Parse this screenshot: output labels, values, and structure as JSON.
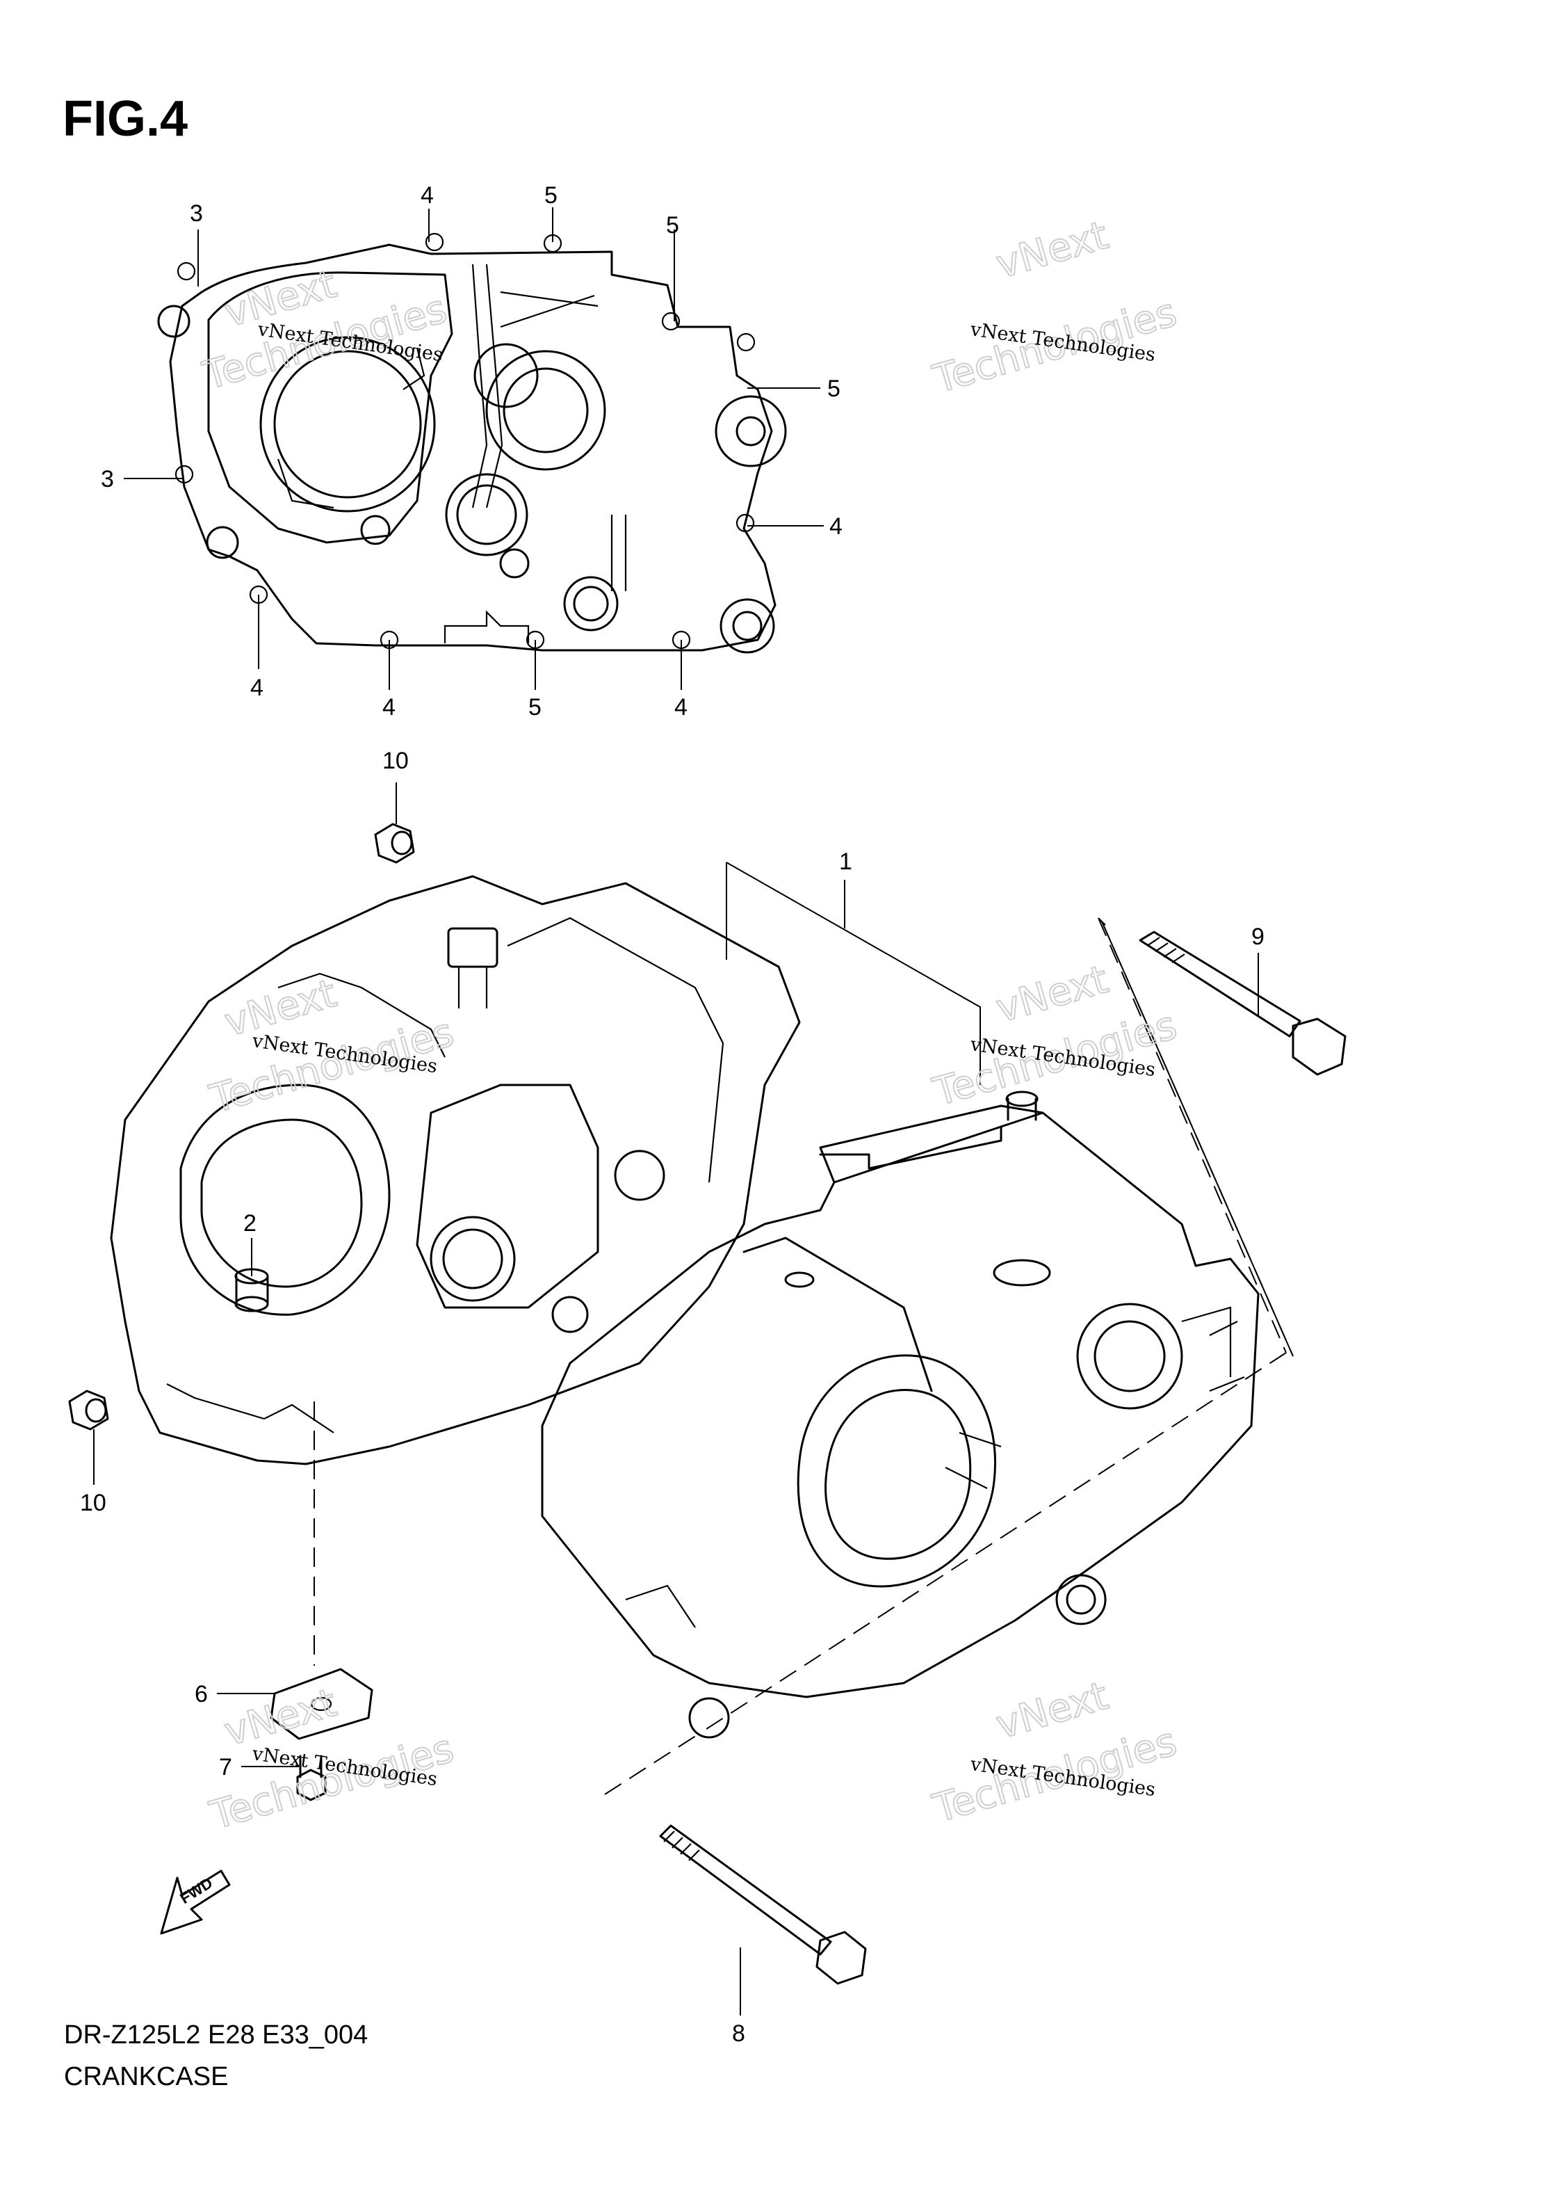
{
  "figure_label": "FIG.4",
  "footer": {
    "model_code": "DR-Z125L2 E28 E33_004",
    "part_name": "CRANKCASE"
  },
  "fwd_label": "FWD",
  "watermarks": {
    "company_small": "vNext Technologies",
    "word_top": "vNext",
    "word_bottom": "Technologies"
  },
  "callouts": {
    "c3a": "3",
    "c4a": "4",
    "c5a": "5",
    "c5b": "5",
    "c5c": "5",
    "c3b": "3",
    "c4b": "4",
    "c4c": "4",
    "c4d": "4",
    "c5d": "5",
    "c4e": "4",
    "c10a": "10",
    "c1": "1",
    "c9": "9",
    "c2": "2",
    "c10b": "10",
    "c6": "6",
    "c7": "7",
    "c8": "8"
  }
}
